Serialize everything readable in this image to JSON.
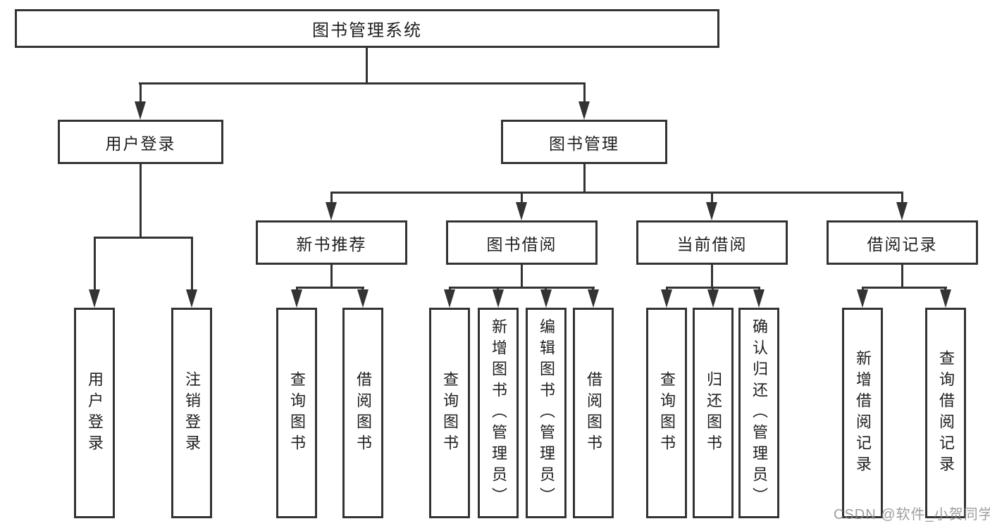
{
  "tree": {
    "label": "图书管理系统",
    "children": [
      {
        "label": "用户登录",
        "children": [
          {
            "label": "用户登录"
          },
          {
            "label": "注销登录"
          }
        ]
      },
      {
        "label": "图书管理",
        "children": [
          {
            "label": "新书推荐",
            "children": [
              {
                "label": "查询图书"
              },
              {
                "label": "借阅图书"
              }
            ]
          },
          {
            "label": "图书借阅",
            "children": [
              {
                "label": "查询图书"
              },
              {
                "label": "新增图书（管理员）"
              },
              {
                "label": "编辑图书（管理员）"
              },
              {
                "label": "借阅图书"
              }
            ]
          },
          {
            "label": "当前借阅",
            "children": [
              {
                "label": "查询图书"
              },
              {
                "label": "归还图书"
              },
              {
                "label": "确认归还（管理员）"
              }
            ]
          },
          {
            "label": "借阅记录",
            "children": [
              {
                "label": "新增借阅记录"
              },
              {
                "label": "查询借阅记录"
              }
            ]
          }
        ]
      }
    ]
  },
  "watermark": {
    "text": "CSDN @软件_小贺同学"
  },
  "colors": {
    "line": "#333333",
    "background": "#ffffff",
    "watermark": "#8c8c8c"
  }
}
